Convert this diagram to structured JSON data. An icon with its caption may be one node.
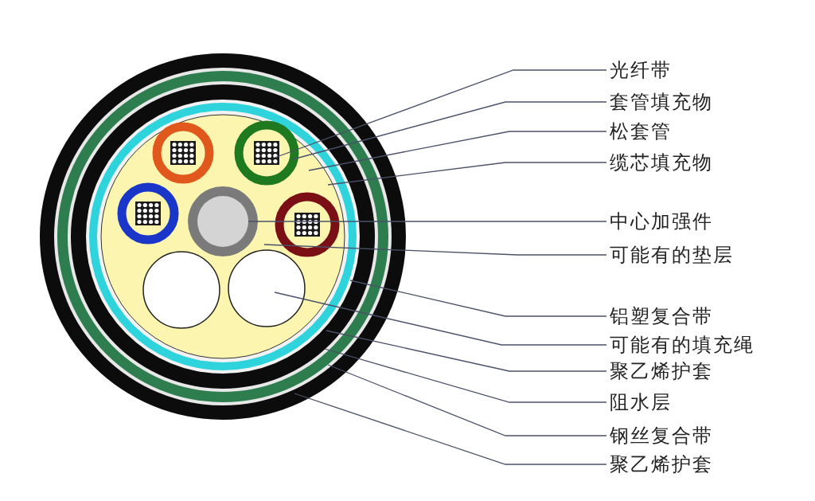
{
  "diagram": {
    "nodes": [
      {
        "text": [
          "光纤带"
        ]
      },
      {
        "text": [
          "套管填充物"
        ]
      },
      {
        "text": [
          "松套管"
        ]
      },
      {
        "text": [
          "缆芯填充物"
        ]
      },
      {
        "text": [
          "中心加强件"
        ]
      },
      {
        "text": [
          "可能有的垫层"
        ]
      },
      {
        "text": [
          "铝塑复合带"
        ]
      },
      {
        "text": [
          "可能有的填充绳"
        ]
      },
      {
        "text": [
          "聚乙烯护套"
        ]
      },
      {
        "text": [
          "阻水层"
        ]
      },
      {
        "text": [
          "钢丝复合带"
        ]
      },
      {
        "text": [
          "聚乙烯护套"
        ]
      }
    ],
    "edges": [
      {
        "from": 0,
        "to": null,
        "arrow": "none"
      },
      {
        "from": 1,
        "to": null,
        "arrow": "none"
      },
      {
        "from": 2,
        "to": null,
        "arrow": "none"
      },
      {
        "from": 3,
        "to": null,
        "arrow": "none"
      },
      {
        "from": 4,
        "to": null,
        "arrow": "none"
      },
      {
        "from": 5,
        "to": null,
        "arrow": "none"
      },
      {
        "from": 6,
        "to": null,
        "arrow": "none"
      },
      {
        "from": 7,
        "to": null,
        "arrow": "none"
      },
      {
        "from": 8,
        "to": null,
        "arrow": "none"
      },
      {
        "from": 9,
        "to": null,
        "arrow": "none"
      },
      {
        "from": 10,
        "to": null,
        "arrow": "none"
      },
      {
        "from": 11,
        "to": null,
        "arrow": "none"
      }
    ]
  }
}
